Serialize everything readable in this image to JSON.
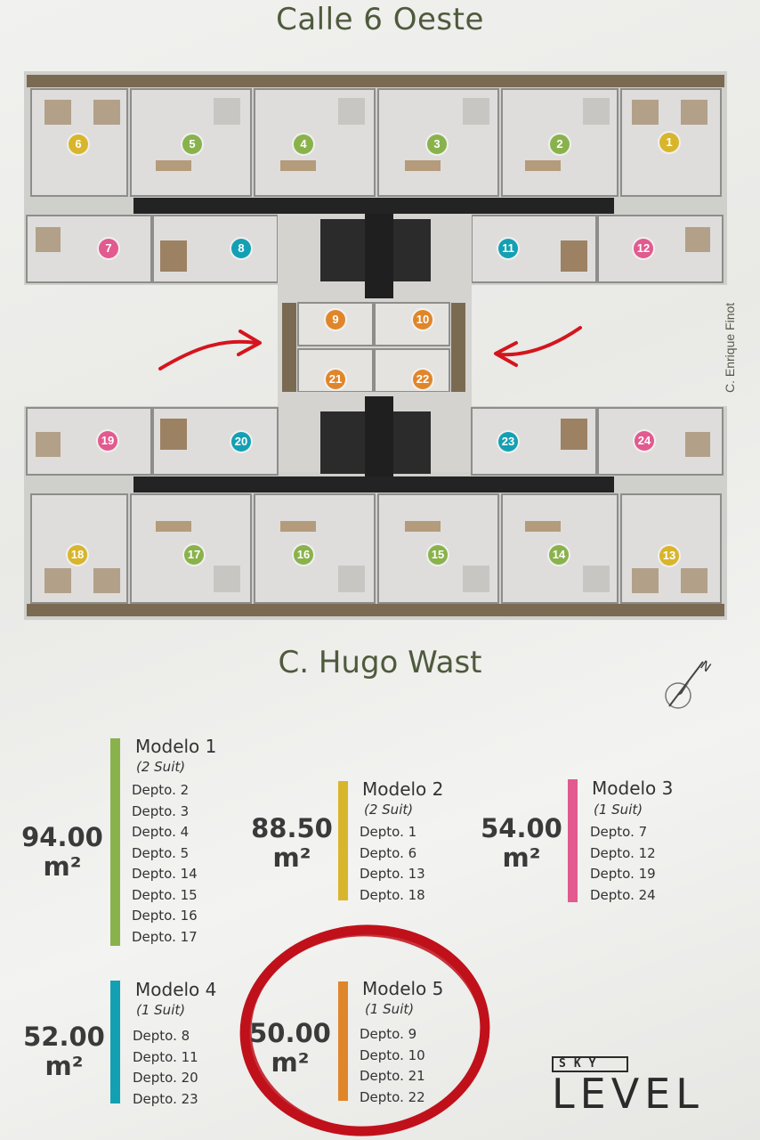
{
  "streets": {
    "top": "Calle 6 Oeste",
    "bottom": "C. Hugo Wast",
    "side": "C. Enrique Finot"
  },
  "compass": {
    "letter": "N"
  },
  "colors": {
    "model1": "#8ab24c",
    "model2": "#d8b52b",
    "model3": "#e25a8f",
    "model4": "#14a0b3",
    "model5": "#e0862a",
    "highlight_circle": "#c0111b",
    "arrows": "#d4151d"
  },
  "unit_markers": [
    "1",
    "2",
    "3",
    "4",
    "5",
    "6",
    "7",
    "8",
    "9",
    "10",
    "11",
    "12",
    "13",
    "14",
    "15",
    "16",
    "17",
    "18",
    "19",
    "20",
    "21",
    "22",
    "23",
    "24"
  ],
  "models": [
    {
      "title": "Modelo 1",
      "subtitle": "(2 Suit)",
      "area": "94.00",
      "unit": "m²",
      "deptos": [
        "Depto. 2",
        "Depto. 3",
        "Depto. 4",
        "Depto. 5",
        "Depto. 14",
        "Depto. 15",
        "Depto. 16",
        "Depto. 17"
      ]
    },
    {
      "title": "Modelo 2",
      "subtitle": "(2 Suit)",
      "area": "88.50",
      "unit": "m²",
      "deptos": [
        "Depto. 1",
        "Depto. 6",
        "Depto. 13",
        "Depto. 18"
      ]
    },
    {
      "title": "Modelo 3",
      "subtitle": "(1 Suit)",
      "area": "54.00",
      "unit": "m²",
      "deptos": [
        "Depto. 7",
        "Depto. 12",
        "Depto. 19",
        "Depto. 24"
      ]
    },
    {
      "title": "Modelo 4",
      "subtitle": "(1 Suit)",
      "area": "52.00",
      "unit": "m²",
      "deptos": [
        "Depto. 8",
        "Depto. 11",
        "Depto. 20",
        "Depto. 23"
      ]
    },
    {
      "title": "Modelo 5",
      "subtitle": "(1 Suit)",
      "area": "50.00",
      "unit": "m²",
      "deptos": [
        "Depto. 9",
        "Depto. 10",
        "Depto. 21",
        "Depto. 22"
      ]
    }
  ],
  "logo": {
    "top": "SKY",
    "bottom": "LEVEL"
  }
}
